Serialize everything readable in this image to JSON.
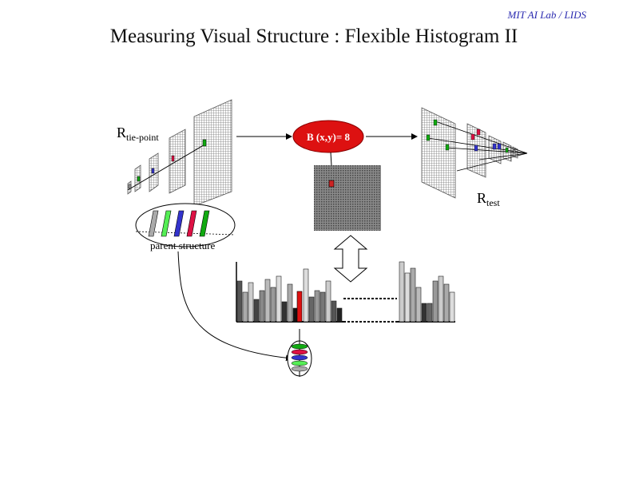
{
  "header": {
    "affiliation": "MIT AI Lab / LIDS"
  },
  "slide": {
    "title": "Measuring Visual Structure : Flexible Histogram II"
  },
  "diagram": {
    "r_tie_main": "R",
    "r_tie_sub": "tie-point",
    "r_test_main": "R",
    "r_test_sub": "test",
    "node_label": "B (x,y)= 8",
    "parent_label": "parent structure"
  },
  "colors": {
    "node": "#dd1111",
    "accent_blue": "#3333cc",
    "green": "#11aa11",
    "red": "#dd1144"
  },
  "icons": [
    "bidirectional-arrow-icon",
    "layer-stack-icon"
  ]
}
